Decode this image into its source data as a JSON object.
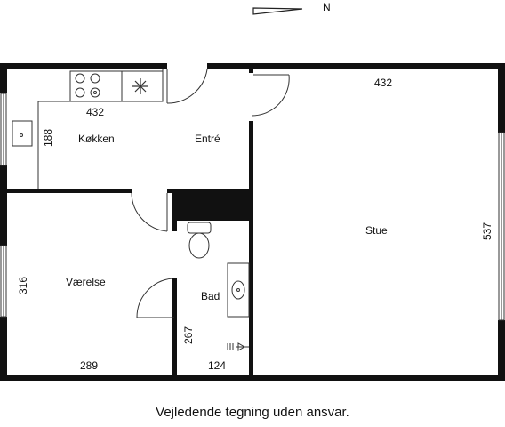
{
  "compass": {
    "label": "N",
    "icon": "north-arrow-icon"
  },
  "rooms": {
    "kitchen": {
      "name": "Køkken",
      "width": "432",
      "depth": "188"
    },
    "entry": {
      "name": "Entré"
    },
    "living": {
      "name": "Stue",
      "width": "432",
      "depth": "537"
    },
    "bedroom": {
      "name": "Værelse",
      "width": "289",
      "depth": "316"
    },
    "bath": {
      "name": "Bad",
      "width": "124",
      "depth": "267"
    }
  },
  "footer": {
    "disclaimer": "Vejledende tegning uden ansvar."
  },
  "colors": {
    "wall": "#111111",
    "line": "#333333",
    "background": "#ffffff"
  }
}
